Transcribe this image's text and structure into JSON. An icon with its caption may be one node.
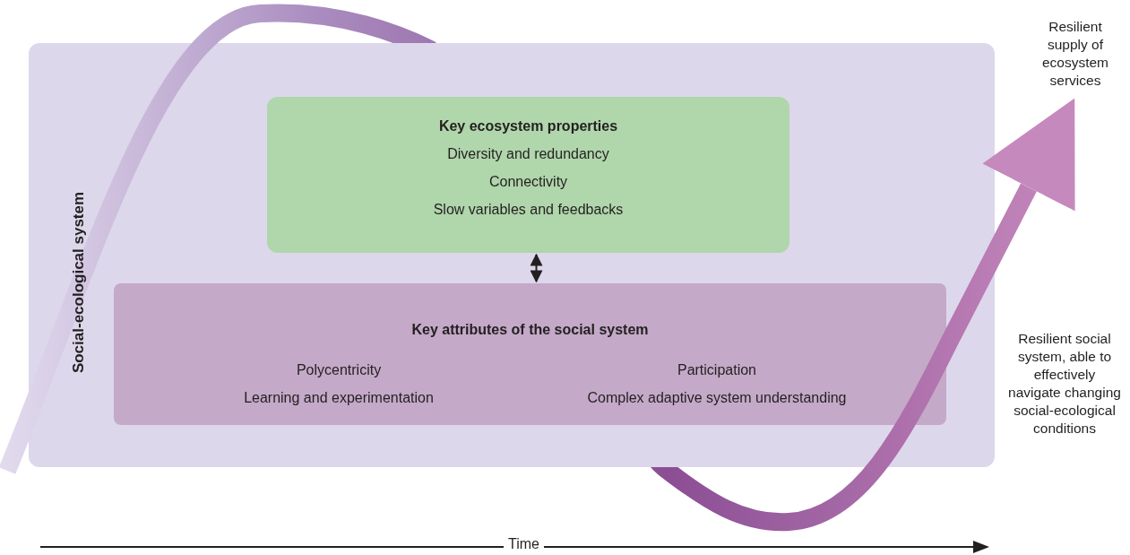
{
  "diagram": {
    "nodes": [
      {
        "text": [
          "Social-ecological system"
        ]
      },
      {
        "text": [
          "Key ecosystem properties",
          "Diversity and redundancy",
          "Connectivity",
          "Slow variables and feedbacks"
        ],
        "in": 0
      },
      {
        "text": [
          "Key attributes of the social system",
          "Polycentricity",
          "Learning and experimentation",
          "Participation",
          "Complex adaptive system understanding"
        ],
        "in": 0
      },
      {
        "text": [
          "Resilient supply of ecosystem services"
        ]
      }
    ],
    "edges": [
      {
        "from": 1,
        "to": 2,
        "arrow": "both"
      },
      {
        "from": null,
        "to": 3,
        "arrow": "to",
        "style": "thick",
        "color": "#c689bd"
      }
    ],
    "labels": [
      "Resilient social system, able to effectively navigate changing social-ecological conditions",
      "Time"
    ]
  }
}
